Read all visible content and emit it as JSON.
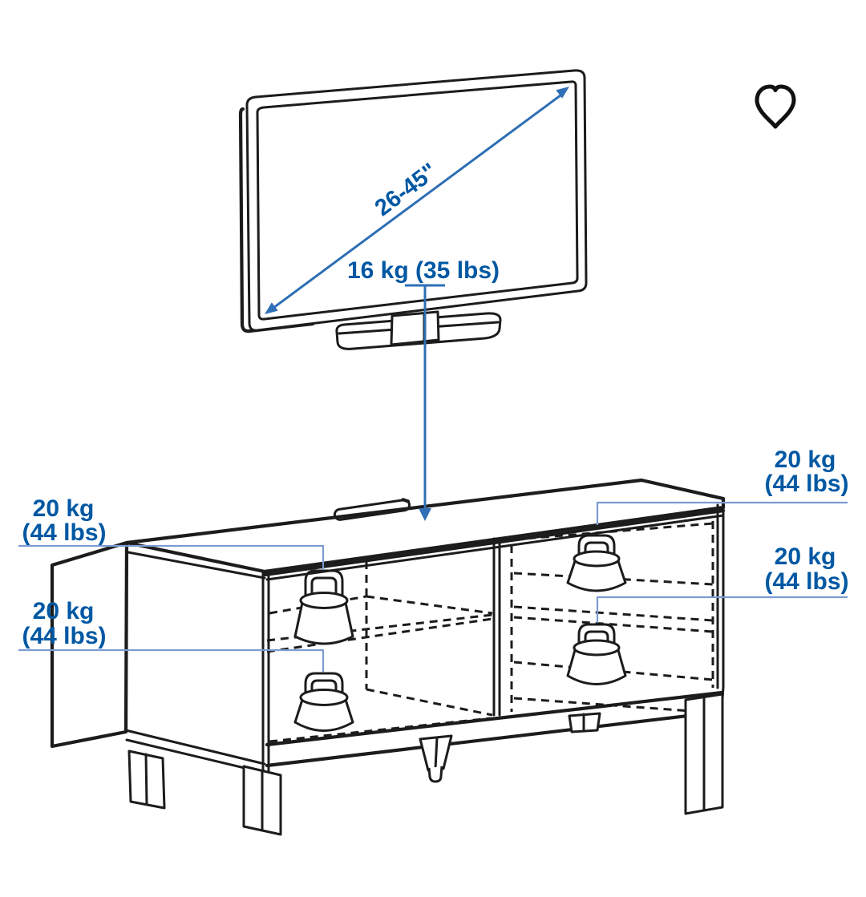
{
  "page": {
    "background_color": "#ffffff"
  },
  "header": {
    "favorite": {
      "icon": "heart-outline-icon",
      "color": "#111111"
    }
  },
  "diagram": {
    "type": "product-capacity-diagram",
    "subject": "TV bench line drawing with TV size and maximum load weights",
    "colors": {
      "label_text": "#0058a3",
      "dimension_arrow": "#2e6fb5",
      "leader_line": "#7b9cd2",
      "drawing_line": "#1c1c1c"
    },
    "tv": {
      "diagonal_size_label": "26-45\"",
      "max_tv_weight_label": "16 kg (35 lbs)"
    },
    "capacity_labels": {
      "left_top": {
        "kg": "20 kg",
        "lbs": "(44 lbs)"
      },
      "left_bottom": {
        "kg": "20 kg",
        "lbs": "(44 lbs)"
      },
      "right_top": {
        "kg": "20 kg",
        "lbs": "(44 lbs)"
      },
      "right_bottom": {
        "kg": "20 kg",
        "lbs": "(44 lbs)"
      }
    }
  }
}
